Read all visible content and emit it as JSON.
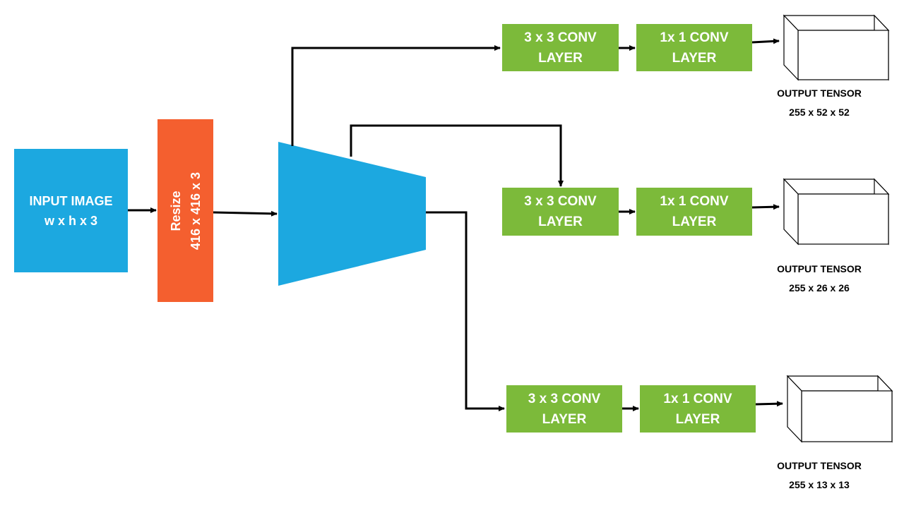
{
  "input": {
    "line1": "INPUT IMAGE",
    "line2": "w x h x 3"
  },
  "resize": {
    "line1": "Resize",
    "line2": "416 x 416 x 3"
  },
  "branches": [
    {
      "conv3": {
        "line1": "3 x 3 CONV",
        "line2": "LAYER"
      },
      "conv1": {
        "line1": "1x 1 CONV",
        "line2": "LAYER"
      },
      "tensor": {
        "line1": "OUTPUT TENSOR",
        "line2": "255 x 52 x 52"
      }
    },
    {
      "conv3": {
        "line1": "3 x 3 CONV",
        "line2": "LAYER"
      },
      "conv1": {
        "line1": "1x 1 CONV",
        "line2": "LAYER"
      },
      "tensor": {
        "line1": "OUTPUT TENSOR",
        "line2": "255 x 26 x 26"
      }
    },
    {
      "conv3": {
        "line1": "3 x 3 CONV",
        "line2": "LAYER"
      },
      "conv1": {
        "line1": "1x 1 CONV",
        "line2": "LAYER"
      },
      "tensor": {
        "line1": "OUTPUT TENSOR",
        "line2": "255 x 13 x 13"
      }
    }
  ],
  "colors": {
    "input": "#1ca8e0",
    "resize": "#f45f2f",
    "backbone": "#1ca8e0",
    "conv": "#7cba3a",
    "connector": "#000000"
  }
}
